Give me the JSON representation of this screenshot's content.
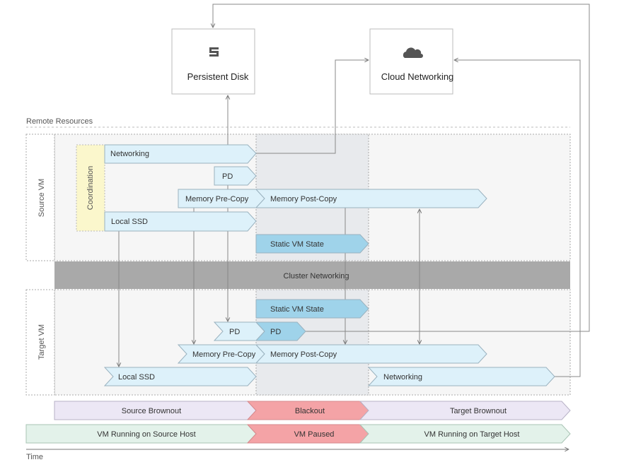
{
  "colors": {
    "light_blue": "#ddf1fa",
    "mid_blue": "#9fd3ea",
    "blue_stroke": "#9ab2bf",
    "purple": "#ece7f5",
    "red": "#f4a3a6",
    "green": "#e3f2ea",
    "coordination": "#fbf7cc",
    "cluster": "#a9a9a9",
    "blackout_band": "#e8eaed",
    "region": "#f6f6f6",
    "line": "#666666"
  },
  "remote": {
    "section_label": "Remote Resources",
    "persistent_disk": {
      "label": "Persistent Disk",
      "icon": "disk-icon"
    },
    "cloud_networking": {
      "label": "Cloud Networking",
      "icon": "cloud-icon"
    }
  },
  "source_vm": {
    "label": "Source VM",
    "coordination": "Coordination",
    "networking": "Networking",
    "pd": "PD",
    "memory_pre_copy": "Memory Pre-Copy",
    "memory_post_copy": "Memory Post-Copy",
    "local_ssd": "Local SSD",
    "static_vm_state": "Static VM State"
  },
  "cluster_networking": "Cluster Networking",
  "target_vm": {
    "label": "Target VM",
    "static_vm_state": "Static VM State",
    "pd_pre": "PD",
    "pd": "PD",
    "memory_pre_copy": "Memory Pre-Copy",
    "memory_post_copy": "Memory Post-Copy",
    "local_ssd": "Local SSD",
    "networking": "Networking"
  },
  "phases": {
    "source_brownout": "Source Brownout",
    "blackout": "Blackout",
    "target_brownout": "Target Brownout"
  },
  "host_states": {
    "source": "VM Running on Source Host",
    "paused": "VM Paused",
    "target": "VM Running on Target Host"
  },
  "time_label": "Time"
}
